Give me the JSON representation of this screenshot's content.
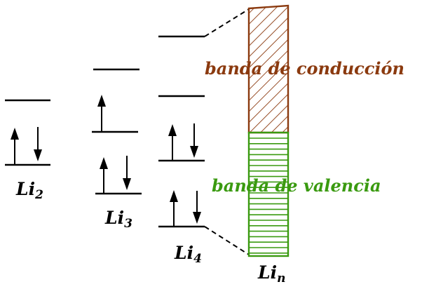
{
  "diagram": {
    "molecules": [
      {
        "id": "li2",
        "base": "Li",
        "sub": "2"
      },
      {
        "id": "li3",
        "base": "Li",
        "sub": "3"
      },
      {
        "id": "li4",
        "base": "Li",
        "sub": "4"
      },
      {
        "id": "lin",
        "base": "Li",
        "sub": "n"
      }
    ],
    "bands": {
      "conduction": {
        "label": "banda de conducción",
        "color": "#8b3a0f"
      },
      "valence": {
        "label": "banda de valencia",
        "color": "#3a9a10"
      }
    }
  }
}
